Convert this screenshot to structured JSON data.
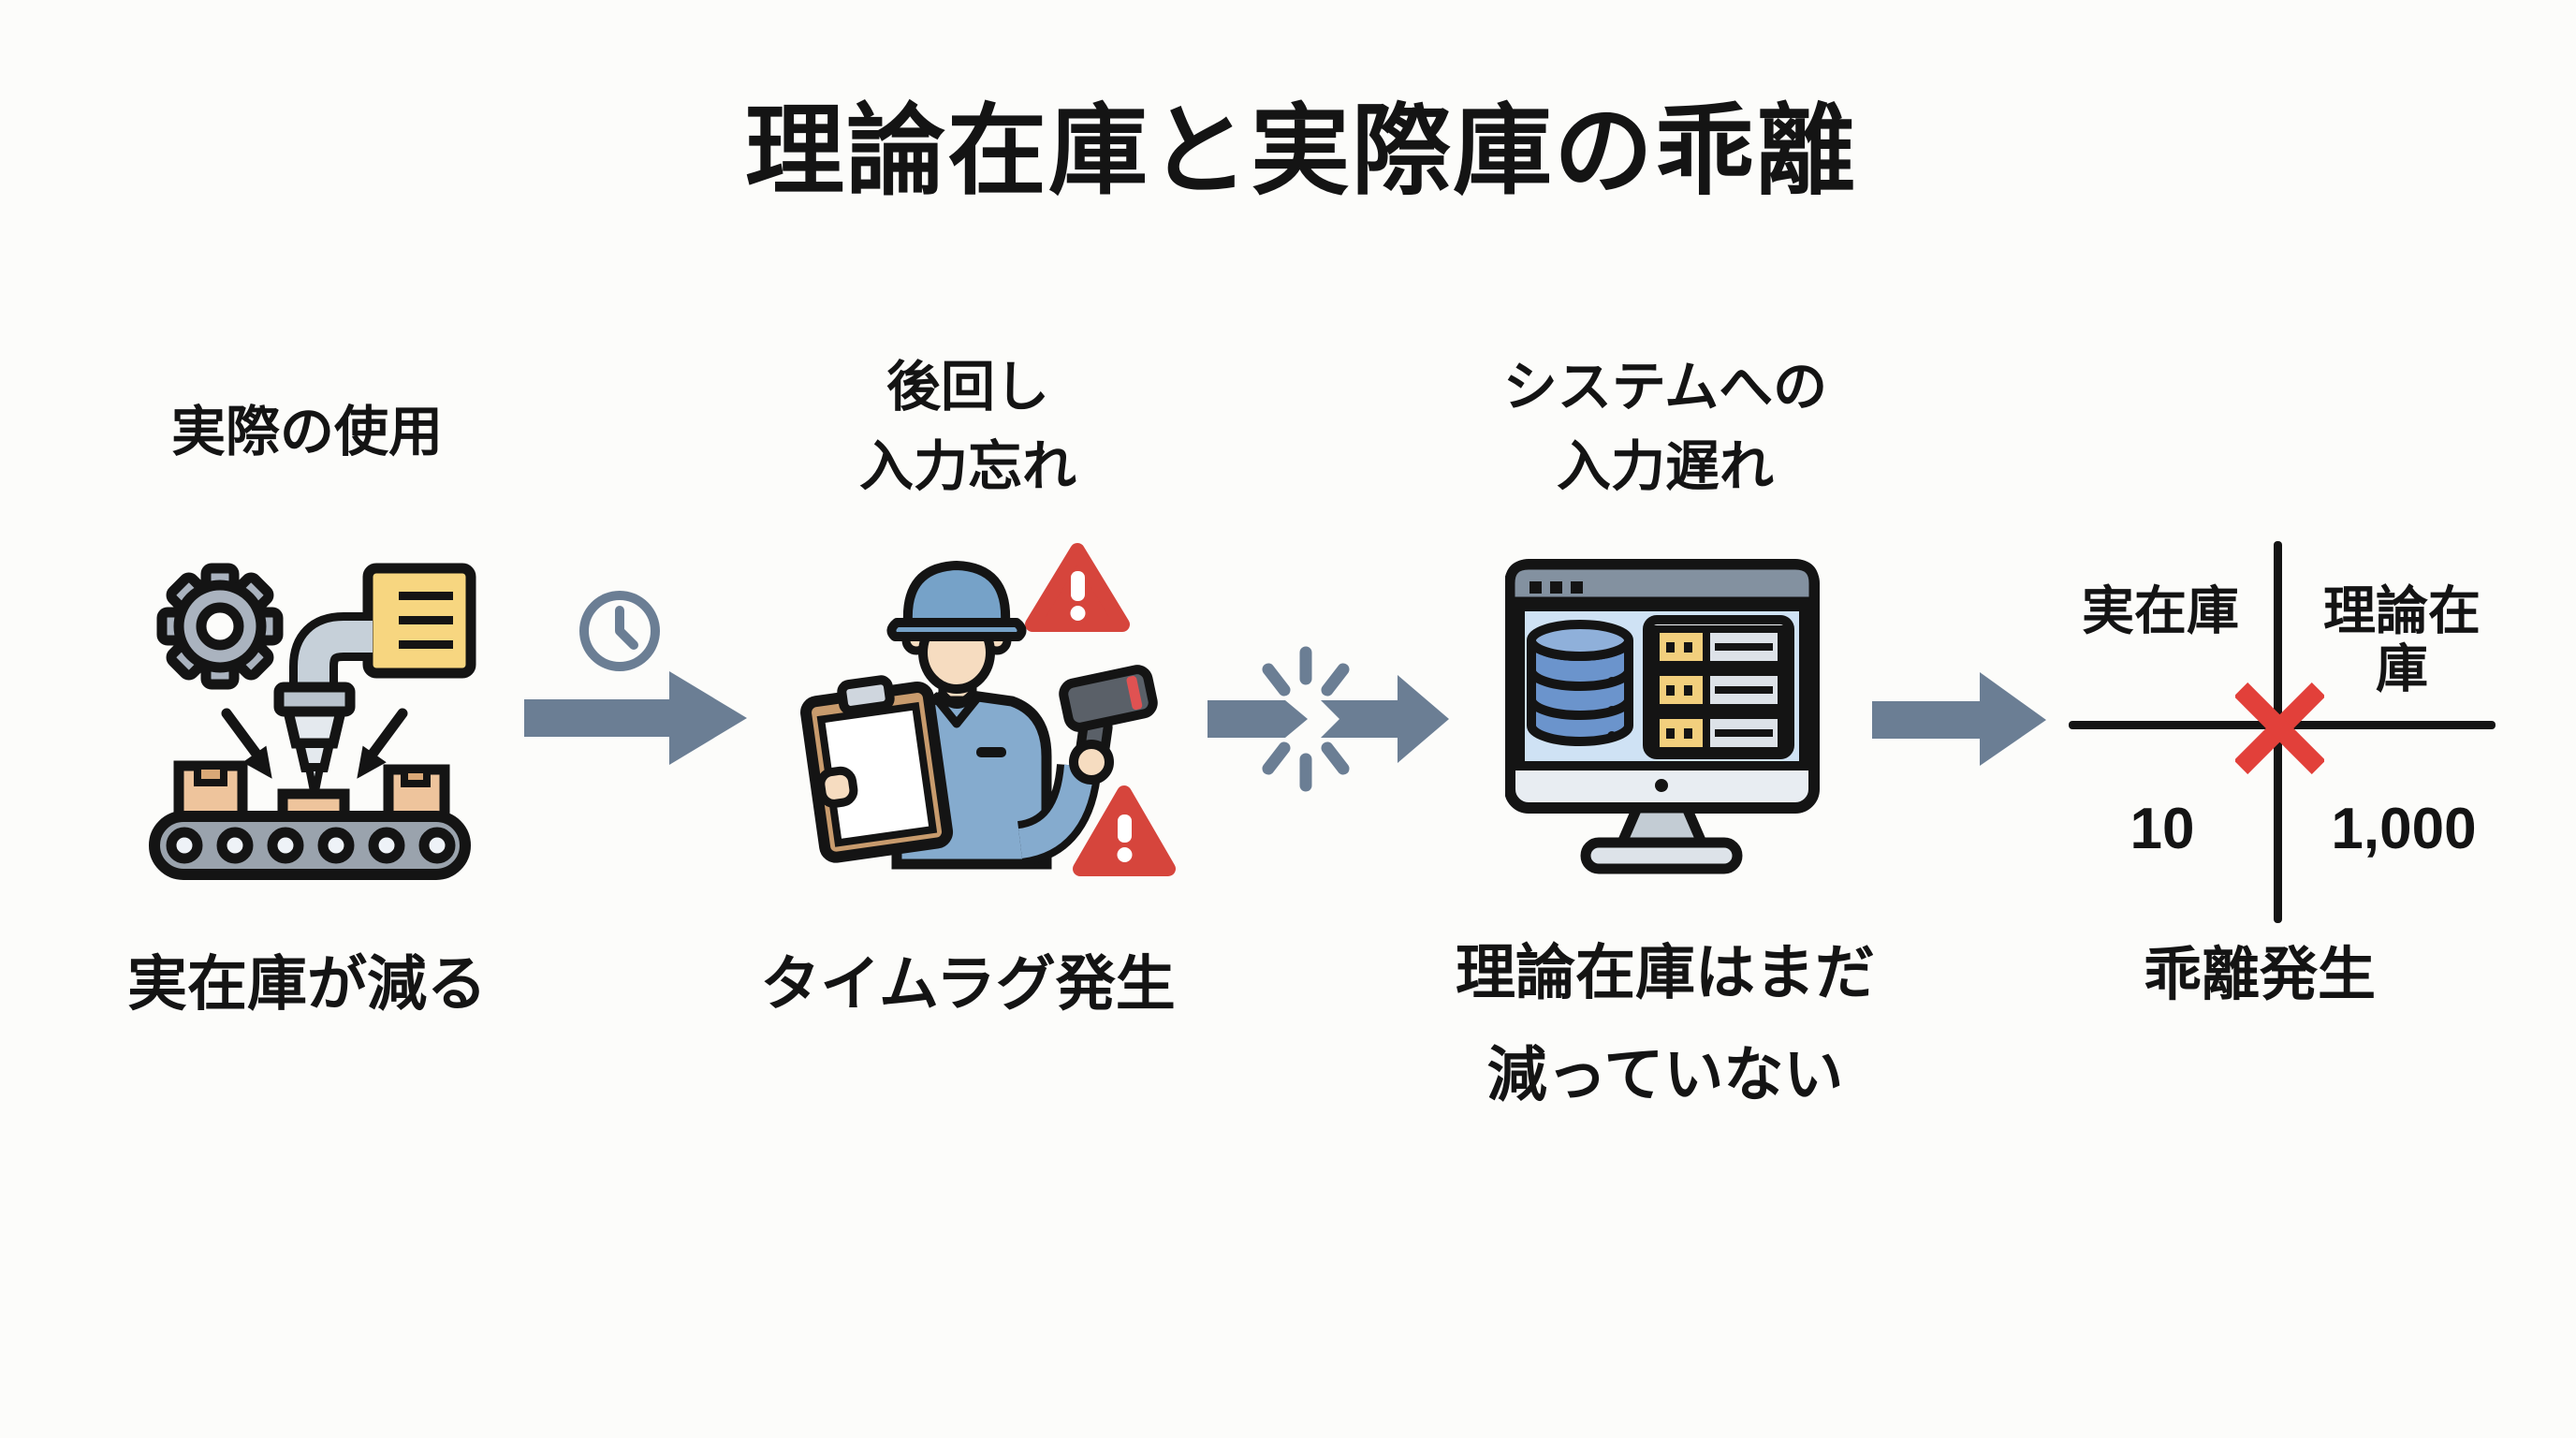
{
  "title": "理論在庫と実際庫の乖離",
  "steps": [
    {
      "top_label": "実際の使用",
      "bottom_label": "実在庫が減る",
      "icon": "production-line-icon"
    },
    {
      "top_label": "後回し\n入力忘れ",
      "bottom_label": "タイムラグ発生",
      "icon": "worker-scanner-icon"
    },
    {
      "top_label": "システムへの\n入力遅れ",
      "bottom_label": "理論在庫はまだ\n減っていない",
      "icon": "inventory-system-monitor-icon"
    }
  ],
  "arrows": [
    {
      "style": "solid",
      "icon": "clock-icon"
    },
    {
      "style": "broken-with-spark",
      "icon": "spark-icon"
    },
    {
      "style": "solid",
      "icon": "none"
    }
  ],
  "comparison": {
    "left_header": "実在庫",
    "right_header": "理論在庫",
    "left_value": "10",
    "right_value": "1,000",
    "caption": "乖離発生",
    "mark_icon": "red-x-icon"
  },
  "colors": {
    "arrow": "#6b7e94",
    "alert_red": "#d6453c",
    "cross_red": "#e2403a",
    "text": "#141414",
    "background": "#fcfcfa"
  }
}
